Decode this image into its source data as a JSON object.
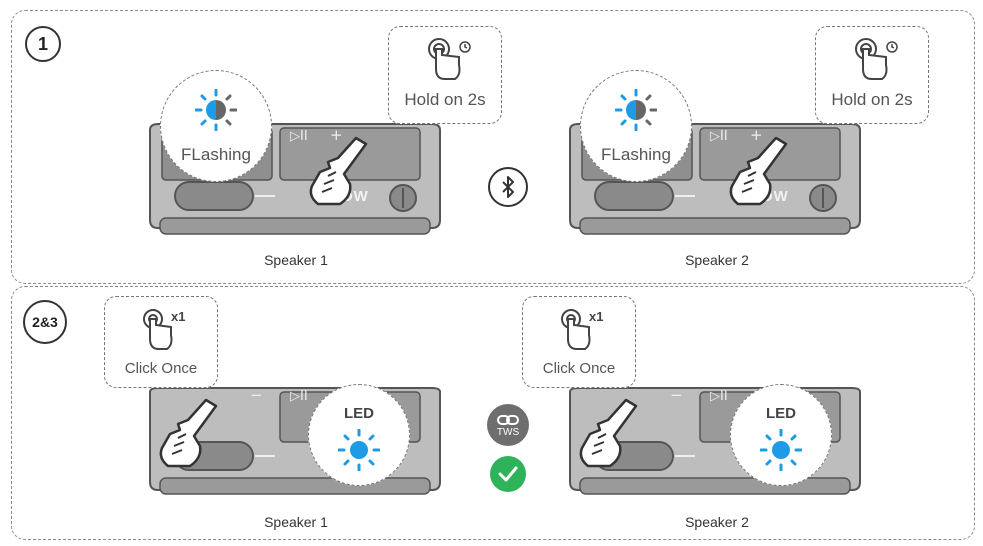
{
  "colors": {
    "led_blue": "#1e9be6",
    "tws_gray": "#6e6e6e",
    "check_green": "#2fb35a",
    "speaker_body": "#9b9b9b",
    "speaker_light": "#d8d8d8"
  },
  "step1": {
    "badge": "1",
    "left": {
      "caption": "Speaker 1",
      "callout_text": "Hold on 2s",
      "bubble_text": "FLashing",
      "brand_text": "POW"
    },
    "right": {
      "caption": "Speaker 2",
      "callout_text": "Hold on 2s",
      "bubble_text": "FLashing",
      "brand_text": "POW"
    },
    "center_icon": "bluetooth-icon"
  },
  "step2": {
    "badge": "2&3",
    "left": {
      "caption": "Speaker 1",
      "callout_count": "x1",
      "callout_text": "Click Once",
      "bubble_text": "LED"
    },
    "right": {
      "caption": "Speaker 2",
      "callout_count": "x1",
      "callout_text": "Click Once",
      "bubble_text": "LED"
    },
    "tws_label": "TWS",
    "check_icon": "checkmark-icon"
  }
}
